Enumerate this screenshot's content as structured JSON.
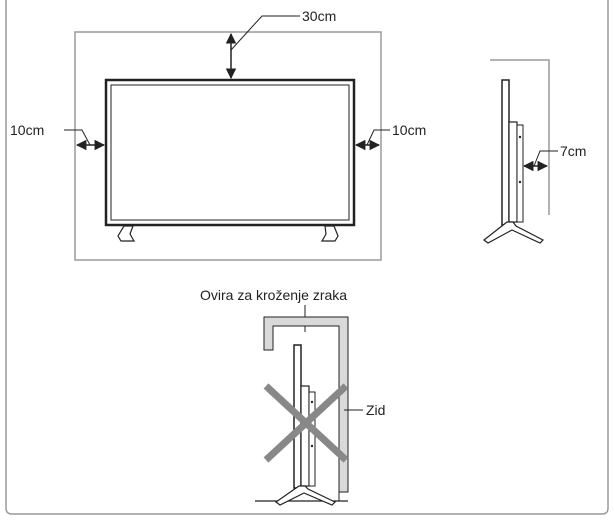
{
  "labels": {
    "top_clearance": "30cm",
    "left_clearance": "10cm",
    "right_clearance": "10cm",
    "rear_clearance": "7cm",
    "obstruction": "Ovira za kroženje zraka",
    "wall": "Zid"
  },
  "colors": {
    "line": "#222222",
    "frame": "#9a9a9a",
    "wall_fill": "#d9d9d9",
    "cross": "#888888"
  }
}
